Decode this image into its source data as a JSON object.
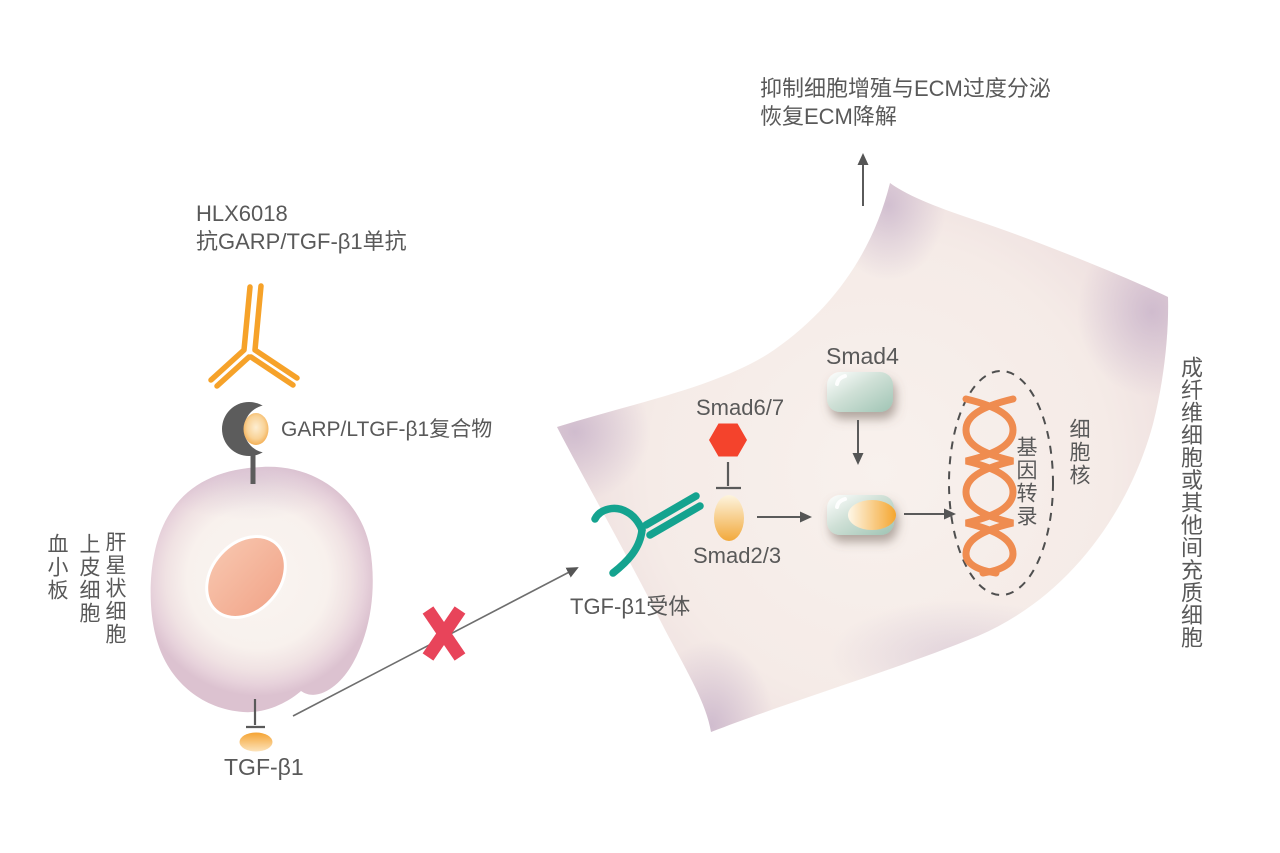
{
  "diagram": {
    "drug": {
      "name": "HLX6018",
      "description": "抗GARP/TGF-β1单抗"
    },
    "garp_complex_label": "GARP/LTGF-β1复合物",
    "source_cells": [
      "血小板",
      "上皮细胞",
      "肝星状细胞"
    ],
    "ligand_label": "TGF-β1",
    "receptor_label": "TGF-β1受体",
    "smad67_label": "Smad6/7",
    "smad23_label": "Smad2/3",
    "smad4_label": "Smad4",
    "gene_transcription_label": "基因转录",
    "nucleus_label": "细胞核",
    "outcome_line1": "抑制细胞增殖与ECM过度分泌",
    "outcome_line2": "恢复ECM降解",
    "target_cell_label": "成纤维细胞或其他间充质细胞"
  },
  "colors": {
    "antibody_orange": "#F6A229",
    "ligand_orange": "#F5A433",
    "receptor_teal": "#14A38F",
    "inhibitor_red": "#F4432C",
    "block_x_rose": "#E8445A",
    "dna_orange": "#EF8C50",
    "smad4_sage": "#A9CABB",
    "cell_rim_mauve": "#D9C2CF",
    "nucleus_salmon": "#F5B7A0",
    "line_gray": "#5A5A5A",
    "text_gray": "#595959"
  }
}
